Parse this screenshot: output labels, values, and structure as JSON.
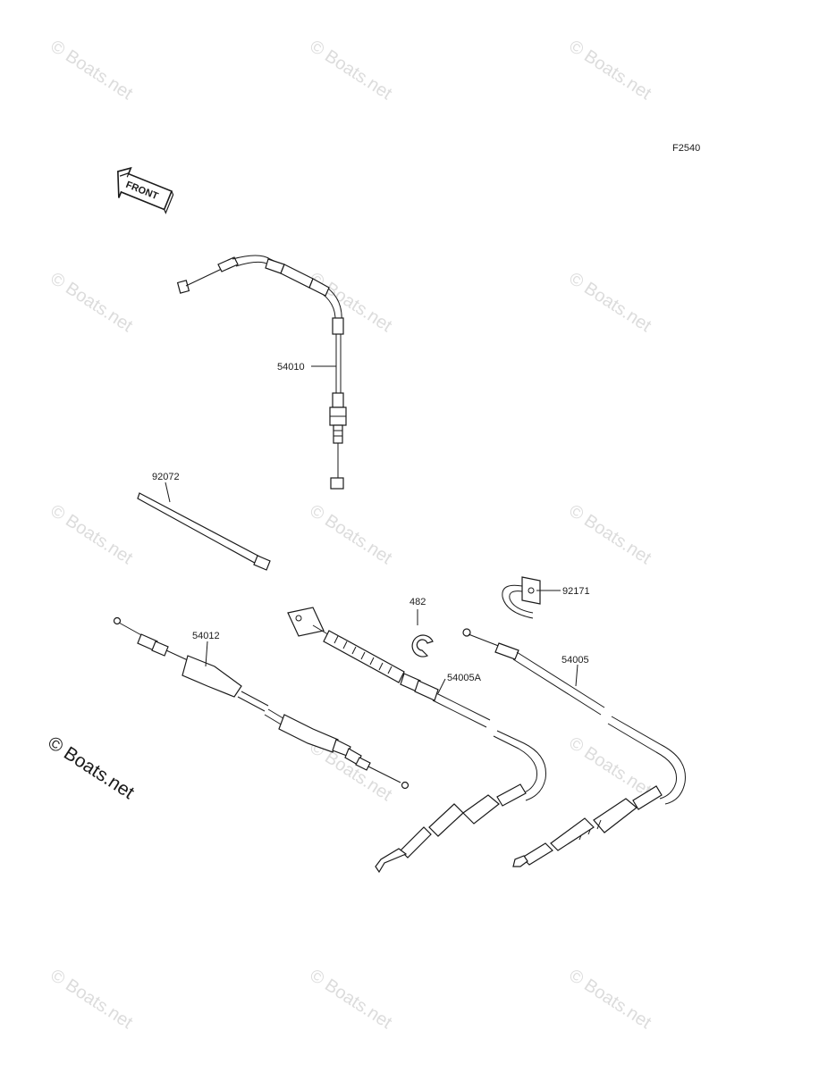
{
  "diagram": {
    "code": "F2540",
    "front_arrow_text": "FRONT",
    "copyright_mark": "© Boats.net",
    "watermark_text": "© Boats.net",
    "callouts": {
      "p54010": "54010",
      "p92072": "92072",
      "p482": "482",
      "p92171": "92171",
      "p54012": "54012",
      "p54005A": "54005A",
      "p54005": "54005"
    }
  }
}
